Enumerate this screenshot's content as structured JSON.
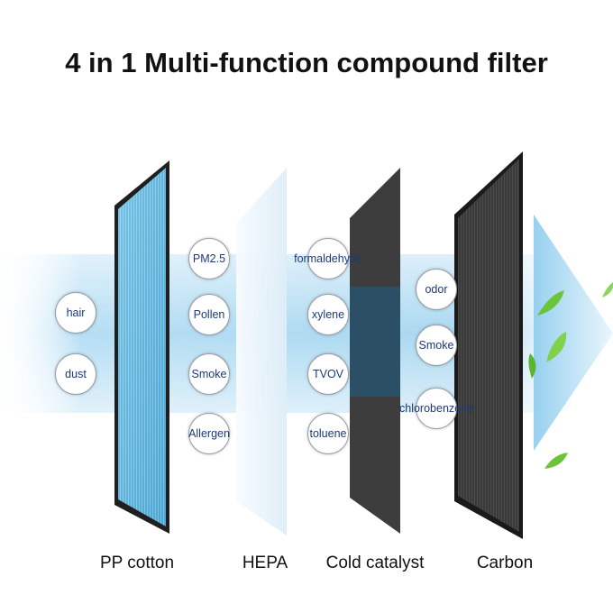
{
  "title": "4 in 1 Multi-function compound filter",
  "layers": [
    {
      "label": "PP cotton",
      "targets": [
        "hair",
        "dust"
      ]
    },
    {
      "label": "HEPA",
      "targets": [
        "PM2.5",
        "Pollen",
        "Smoke",
        "Allergen"
      ]
    },
    {
      "label": "Cold catalyst",
      "targets": [
        "formaldehyde",
        "xylene",
        "TVOV",
        "toluene"
      ]
    },
    {
      "label": "Carbon",
      "targets": [
        "odor",
        "Smoke",
        "chlorobenzene"
      ]
    }
  ],
  "colors": {
    "airflow": "#9fd3ef",
    "pp_cotton": "#5fb3dc",
    "hepa": "#e6f2fa",
    "cold_catalyst": "#3a3a3a",
    "carbon": "#2b2b2b",
    "leaf": "#6cc43a"
  },
  "icons": [
    "leaf-icon"
  ]
}
